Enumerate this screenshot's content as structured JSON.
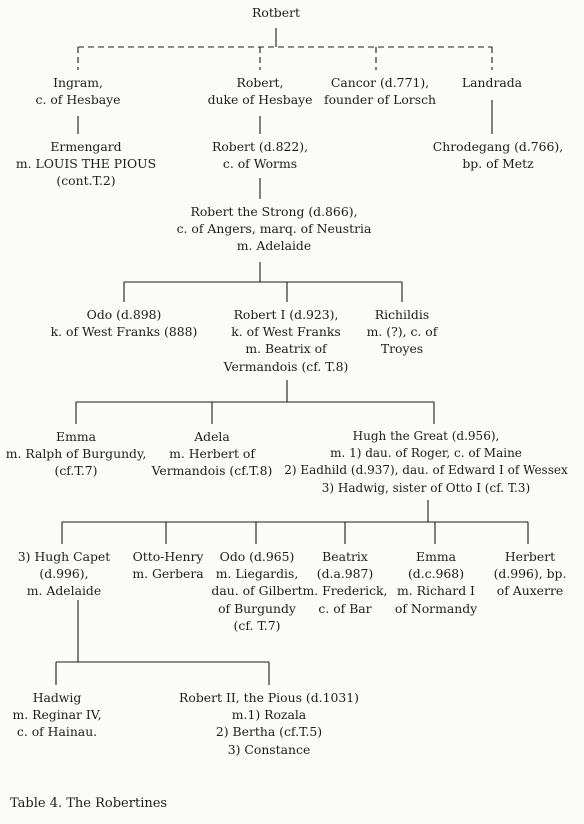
{
  "tree": {
    "rotbert": [
      "Rotbert"
    ],
    "ingram": [
      "Ingram,",
      "c. of Hesbaye"
    ],
    "robert_hesbaye": [
      "Robert,",
      "duke of Hesbaye"
    ],
    "cancor": [
      "Cancor (d.771),",
      "founder of Lorsch"
    ],
    "landrada": [
      "Landrada"
    ],
    "ermengard": [
      "Ermengard",
      "m. LOUIS THE PIOUS",
      "(cont.T.2)"
    ],
    "robert_worms": [
      "Robert (d.822),",
      "c. of Worms"
    ],
    "chrodegang": [
      "Chrodegang (d.766),",
      "bp. of Metz"
    ],
    "robert_strong": [
      "Robert the Strong (d.866),",
      "c. of Angers, marq. of Neustria",
      "m. Adelaide"
    ],
    "odo_898": [
      "Odo (d.898)",
      "k. of West Franks (888)"
    ],
    "robert_i": [
      "Robert I (d.923),",
      "k. of West Franks",
      "m. Beatrix of",
      "Vermandois (cf. T.8)"
    ],
    "richildis": [
      "Richildis",
      "m. (?), c. of",
      "Troyes"
    ],
    "emma_1": [
      "Emma",
      "m. Ralph of Burgundy,",
      "(cf.T.7)"
    ],
    "adela": [
      "Adela",
      "m. Herbert of",
      "Vermandois (cf.T.8)"
    ],
    "hugh_great": [
      "Hugh the Great (d.956),",
      "m. 1) dau. of Roger, c. of Maine",
      "2) Eadhild (d.937), dau. of Edward I of Wessex",
      "3) Hadwig, sister of Otto I (cf. T.3)"
    ],
    "hugh_capet": [
      "3) Hugh Capet",
      "(d.996),",
      "m. Adelaide"
    ],
    "otto_henry": [
      "Otto-Henry",
      "m. Gerbera"
    ],
    "odo_965": [
      "Odo (d.965)",
      "m. Liegardis,",
      "dau. of Gilbert",
      "of Burgundy",
      "(cf. T.7)"
    ],
    "beatrix": [
      "Beatrix",
      "(d.a.987)",
      "m. Frederick,",
      "c. of Bar"
    ],
    "emma_2": [
      "Emma",
      "(d.c.968)",
      "m. Richard I",
      "of Normandy"
    ],
    "herbert": [
      "Herbert",
      "(d.996), bp.",
      "of Auxerre"
    ],
    "hadwig": [
      "Hadwig",
      "m. Reginar IV,",
      "c. of Hainau."
    ],
    "robert_ii": [
      "Robert II, the Pious (d.1031)",
      "m.1) Rozala",
      "2) Bertha (cf.T.5)",
      "3) Constance"
    ]
  },
  "caption": "Table 4. The Robertines",
  "colors": {
    "ink": "#1c1c1c",
    "paper": "#fbfbf9"
  }
}
